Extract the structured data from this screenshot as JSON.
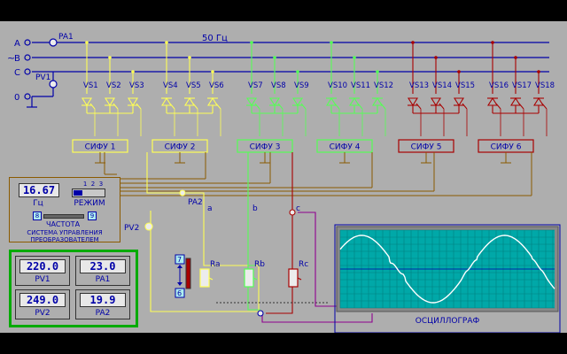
{
  "frequency_label": "50 Гц",
  "phases": [
    "A",
    "B",
    "C",
    "0"
  ],
  "instruments": {
    "pa1": "PA1",
    "pv1": "PV1",
    "pa2": "PA2",
    "pv2": "PV2"
  },
  "thyristors": [
    "VS1",
    "VS2",
    "VS3",
    "VS4",
    "VS5",
    "VS6",
    "VS7",
    "VS8",
    "VS9",
    "VS10",
    "VS11",
    "VS12",
    "VS13",
    "VS14",
    "VS15",
    "VS16",
    "VS17",
    "VS18"
  ],
  "sifu": [
    "СИФУ 1",
    "СИФУ 2",
    "СИФУ 3",
    "СИФУ 4",
    "СИФУ 5",
    "СИФУ 6"
  ],
  "control": {
    "frequency_value": "16.67",
    "frequency_unit": "Гц",
    "mode_label": "РЕЖИМ",
    "mode_numbers": [
      "1",
      "2",
      "3"
    ],
    "freq_label": "ЧАСТОТА",
    "down_key": "8",
    "up_key": "9",
    "title_line1": "СИСТЕМА УПРАВЛЕНИЯ",
    "title_line2": "ПРЕОБРАЗОВАТЕЛЕМ"
  },
  "load": {
    "phase_a": "a",
    "phase_b": "b",
    "phase_c": "c",
    "ra": "Ra",
    "rb": "Rb",
    "rc": "Rc",
    "key_up": "7",
    "key_down": "6"
  },
  "meters": [
    {
      "value": "220.0",
      "name": "PV1"
    },
    {
      "value": "23.0",
      "name": "PA1"
    },
    {
      "value": "249.0",
      "name": "PV2"
    },
    {
      "value": "19.9",
      "name": "PA2"
    }
  ],
  "oscilloscope": {
    "label": "ОСЦИЛЛОГРАФ"
  },
  "colors": {
    "bus": "#0000a8",
    "group1": "#ffff55",
    "group2": "#55ff55",
    "group3": "#a80000",
    "meter_frame": "#00aa00",
    "scope_bg": "#00a8a8",
    "trace": "#ffffff"
  }
}
